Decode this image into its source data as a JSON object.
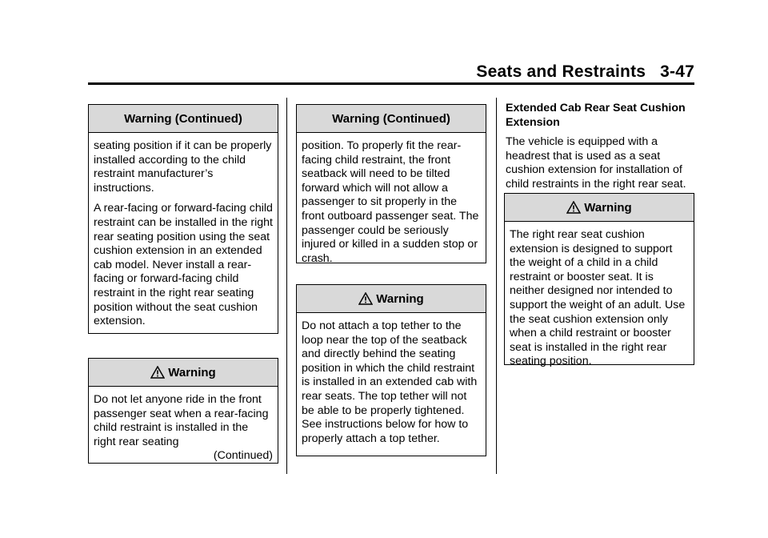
{
  "header": {
    "section": "Seats and Restraints",
    "page": "3-47"
  },
  "col1": {
    "box1": {
      "title": "Warning  (Continued)",
      "p1": "seating position if it can be properly installed according to the child restraint manufacturer’s instructions.",
      "p2": "A rear-facing or forward-facing child restraint can be installed in the right rear seating position using the seat cushion extension in an extended cab model. Never install a rear-facing or forward-facing child restraint in the right rear seating position without the seat cushion extension."
    },
    "box2": {
      "title": "Warning",
      "p1": "Do not let anyone ride in the front passenger seat when a rear-facing child restraint is installed in the right rear seating",
      "continued": "(Continued)"
    }
  },
  "col2": {
    "box1": {
      "title": "Warning  (Continued)",
      "p1": "position. To properly fit the rear-facing child restraint, the front seatback will need to be tilted forward which will not allow a passenger to sit properly in the front outboard passenger seat. The passenger could be seriously injured or killed in a sudden stop or crash."
    },
    "box2": {
      "title": "Warning",
      "p1": "Do not attach a top tether to the loop near the top of the seatback and directly behind the seating position in which the child restraint is installed in an extended cab with rear seats. The top tether will not be able to be properly tightened. See instructions below for how to properly attach a top tether."
    }
  },
  "col3": {
    "subhead": "Extended Cab Rear Seat Cushion Extension",
    "p1": "The vehicle is equipped with a headrest that is used as a seat cushion extension for installation of child restraints in the right rear seat.",
    "box1": {
      "title": "Warning",
      "p1": "The right rear seat cushion extension is designed to support the weight of a child in a child restraint or booster seat. It is neither designed nor intended to support the weight of an adult. Use the seat cushion extension only when a child restraint or booster seat is installed in the right rear seating position."
    }
  }
}
